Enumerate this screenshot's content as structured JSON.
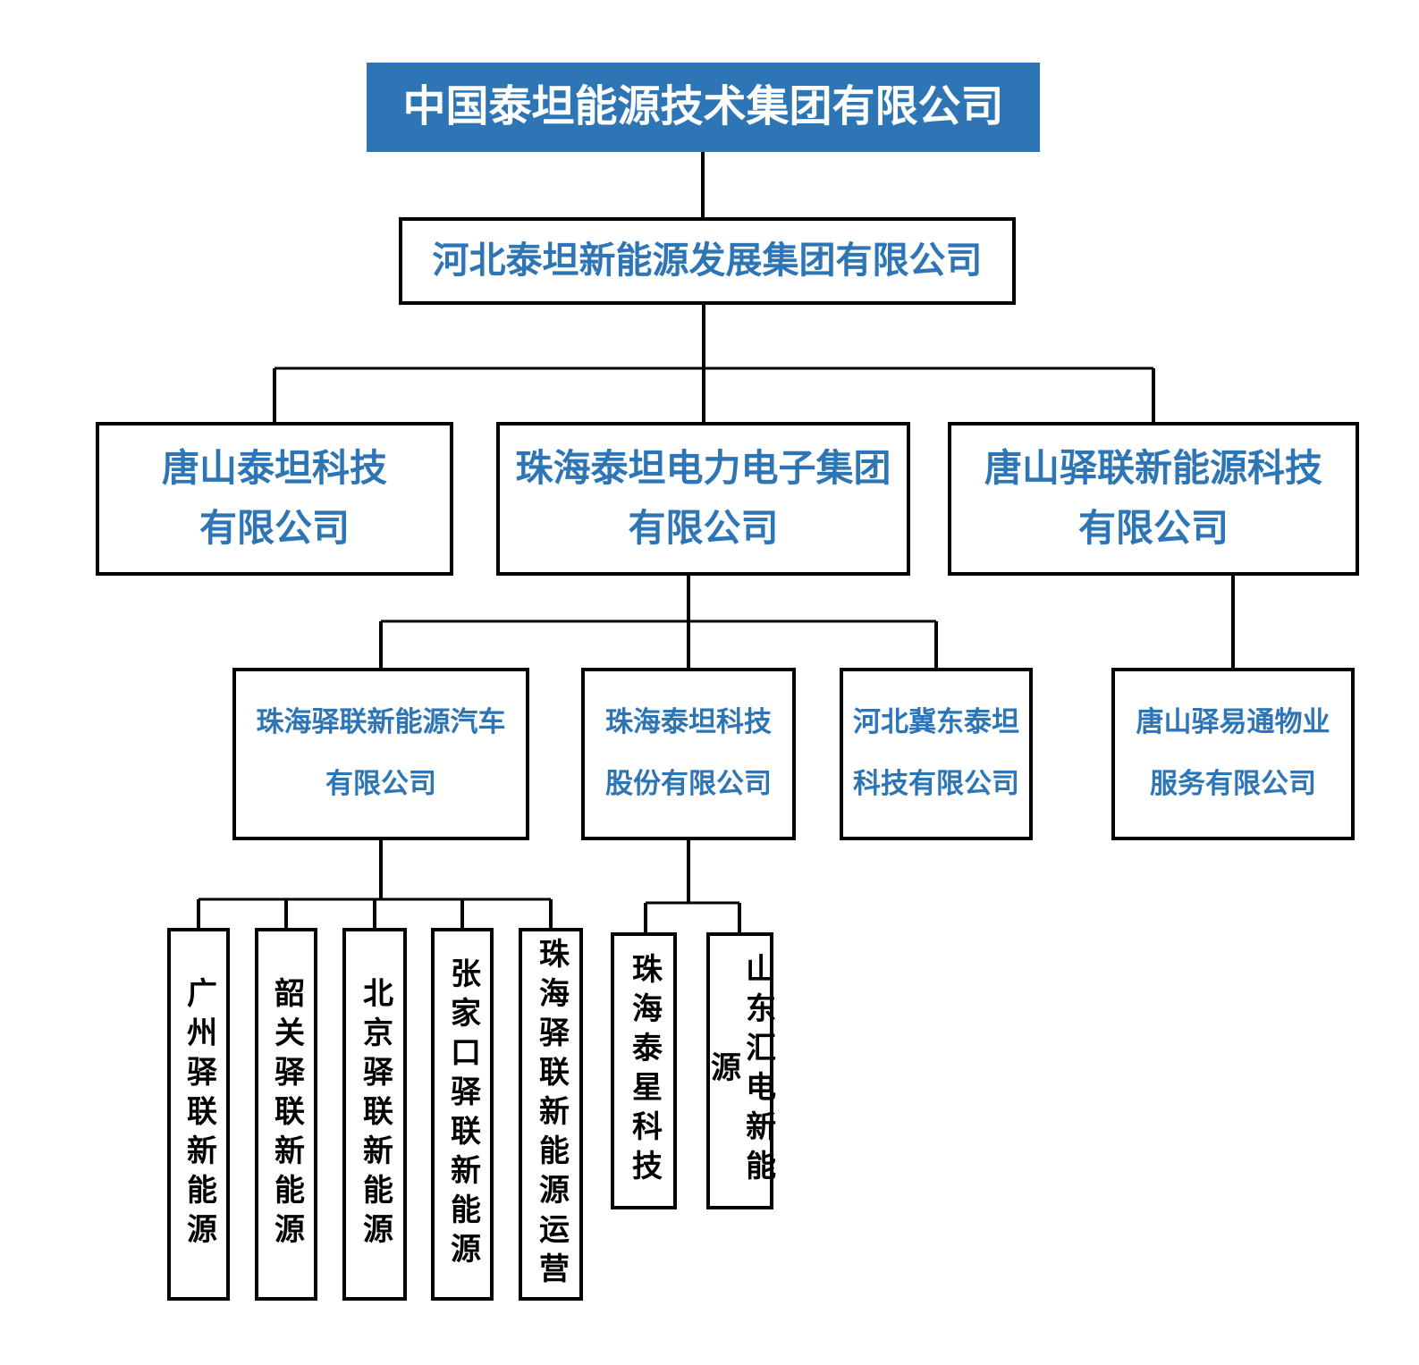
{
  "page": {
    "background": "#ffffff"
  },
  "colors": {
    "root_fill_blue": "#2E75B6",
    "root_text_white": "#ffffff",
    "company_text_blue": "#2E75B6",
    "subsidiary_text_black": "#000000",
    "border_black": "#000000",
    "connector_black": "#000000"
  },
  "org_chart": {
    "type": "org-tree",
    "root": {
      "name": "中国泰坦能源技术集团有限公司"
    },
    "level2": {
      "name": "河北泰坦新能源发展集团有限公司"
    },
    "level3": [
      {
        "line1": "唐山泰坦科技",
        "line2": "有限公司"
      },
      {
        "line1": "珠海泰坦电力电子集团",
        "line2": "有限公司"
      },
      {
        "line1": "唐山驿联新能源科技",
        "line2": "有限公司"
      }
    ],
    "level4": [
      {
        "line1": "珠海驿联新能源汽车",
        "line2": "有限公司"
      },
      {
        "line1": "珠海泰坦科技",
        "line2": "股份有限公司"
      },
      {
        "line1": "河北冀东泰坦",
        "line2": "科技有限公司"
      },
      {
        "line1": "唐山驿易通物业",
        "line2": "服务有限公司"
      }
    ],
    "level5": [
      "广州驿联新能源",
      "韶关驿联新能源",
      "北京驿联新能源",
      "张家口驿联新能源",
      "珠海驿联新能源运营",
      "珠海泰星科技",
      "山东汇电新能源"
    ]
  }
}
